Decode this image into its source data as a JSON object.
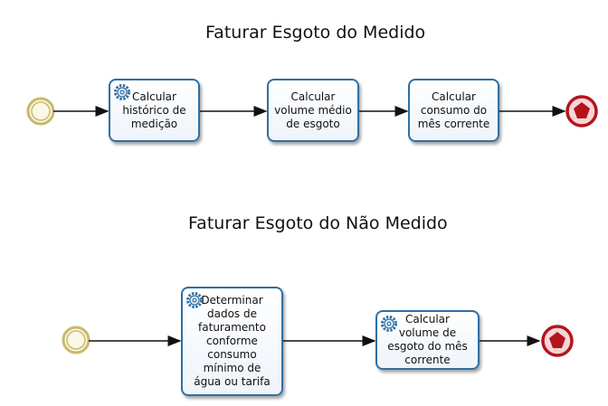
{
  "diagram_1": {
    "title": "Faturar Esgoto do Medido",
    "tasks": [
      {
        "label": "Calcular\nhistórico de\nmedição",
        "icon": "gear-icon"
      },
      {
        "label": "Calcular\nvolume médio\nde esgoto",
        "icon": ""
      },
      {
        "label": "Calcular\nconsumo do\nmês corrente",
        "icon": ""
      }
    ]
  },
  "diagram_2": {
    "title": "Faturar Esgoto do Não Medido",
    "tasks": [
      {
        "label": "Determinar\ndados de\nfaturamento\nconforme\nconsumo\nmínimo de\nágua ou tarifa",
        "icon": "gear-icon"
      },
      {
        "label": "Calcular\nvolume de\nesgoto do mês\ncorrente",
        "icon": "gear-icon"
      }
    ]
  },
  "colors": {
    "task_border": "#2f6fa3",
    "start_event": "#c9b96a",
    "end_event": "#b3141b",
    "arrow": "#111111"
  }
}
